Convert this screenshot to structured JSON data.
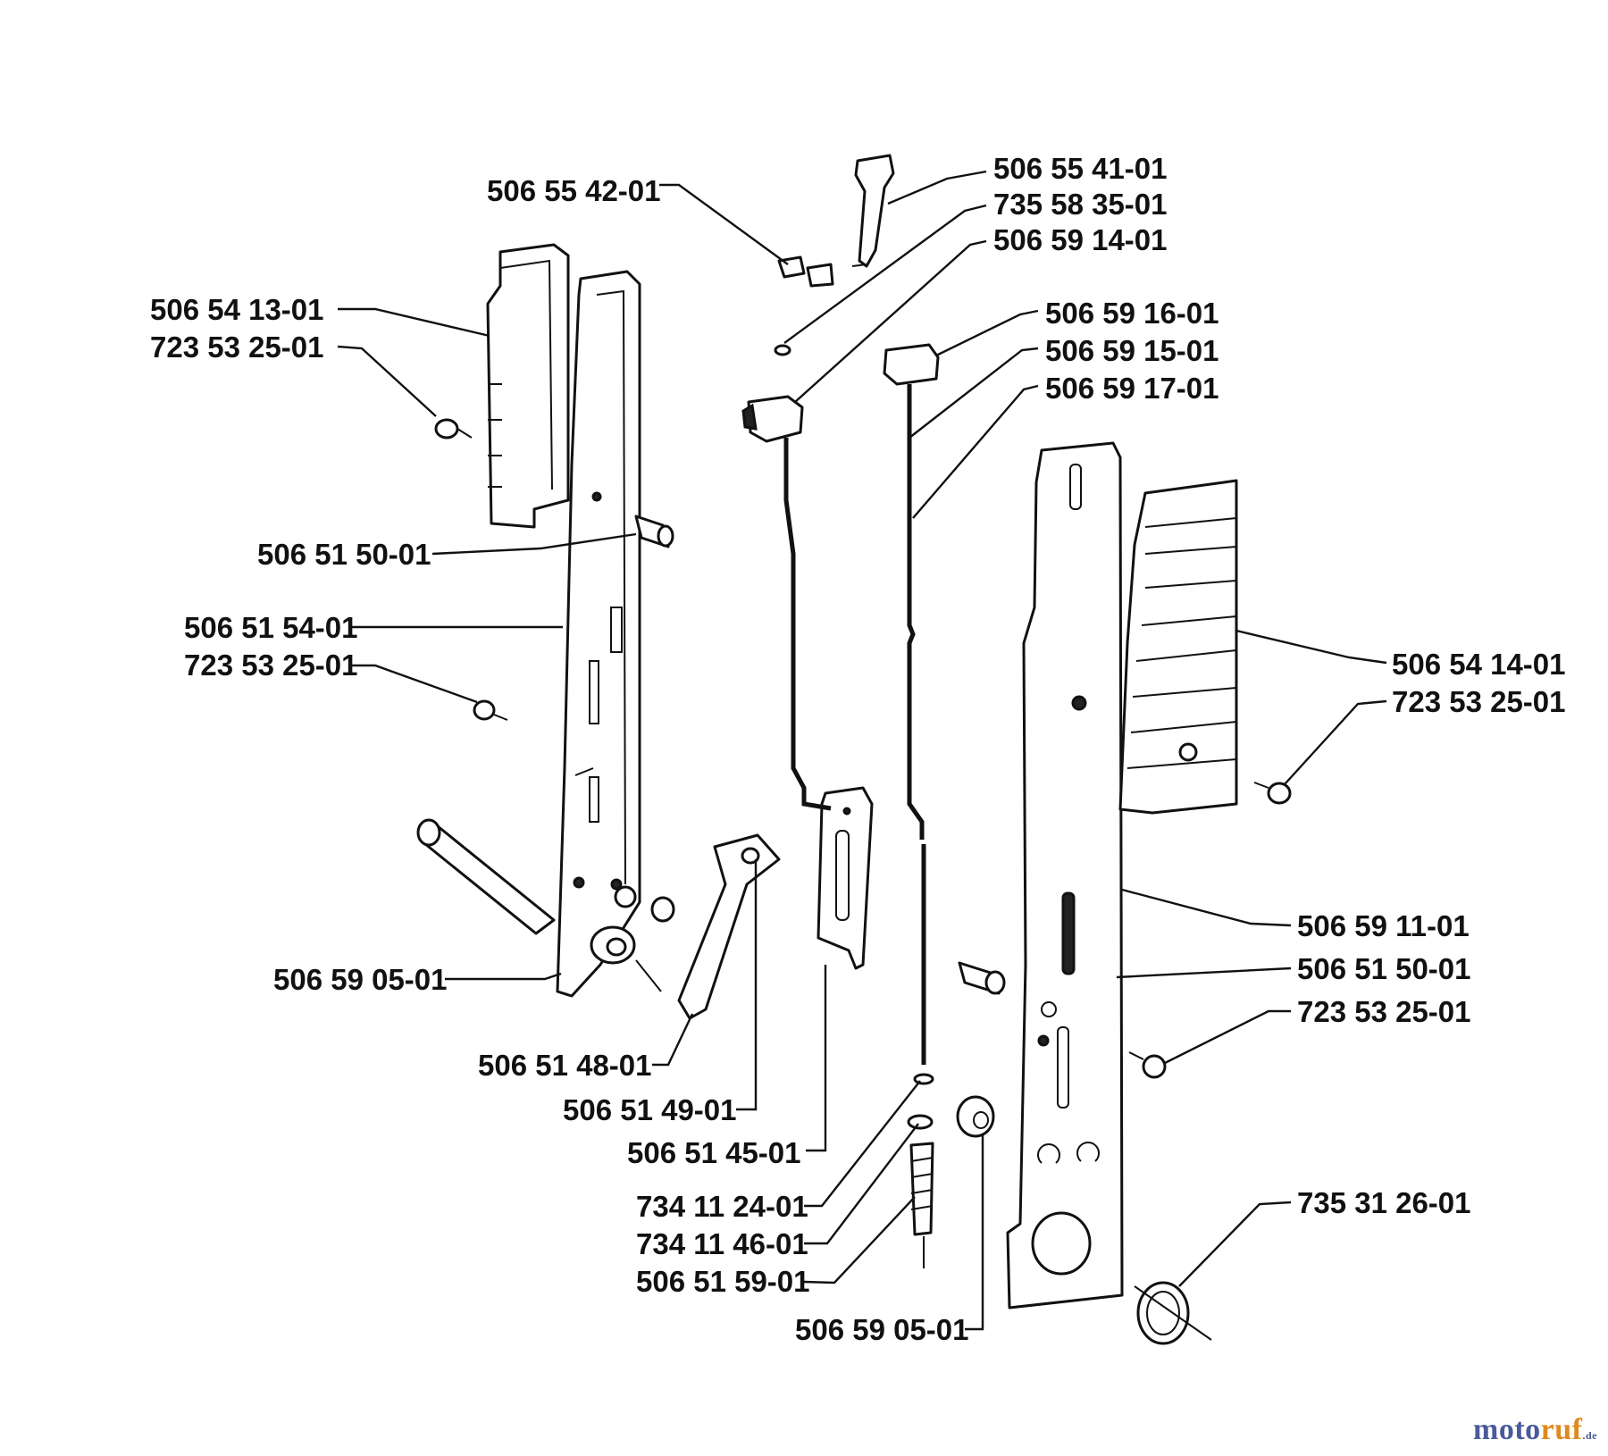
{
  "labels": {
    "l1": "506 55 42-01",
    "l2": "506 55 41-01",
    "l3": "735 58 35-01",
    "l4": "506 59 14-01",
    "l5": "506 54 13-01",
    "l6": "723 53 25-01",
    "l7": "506 59 16-01",
    "l8": "506 59 15-01",
    "l9": "506 59 17-01",
    "l10": "506 51 50-01",
    "l11": "506 51 54-01",
    "l12": "723 53 25-01",
    "l13": "506 54 14-01",
    "l14": "723 53 25-01",
    "l15": "506 59 11-01",
    "l16": "506 51 50-01",
    "l17": "723 53 25-01",
    "l18": "506 59 05-01",
    "l19": "506 51 48-01",
    "l20": "506 51 49-01",
    "l21": "506 51 45-01",
    "l22": "734 11 24-01",
    "l23": "734 11 46-01",
    "l24": "506 51 59-01",
    "l25": "735 31 26-01",
    "l26": "506 59 05-01"
  },
  "watermark": {
    "part_a": "moto",
    "part_b": "ruf",
    "tld": ".de"
  }
}
